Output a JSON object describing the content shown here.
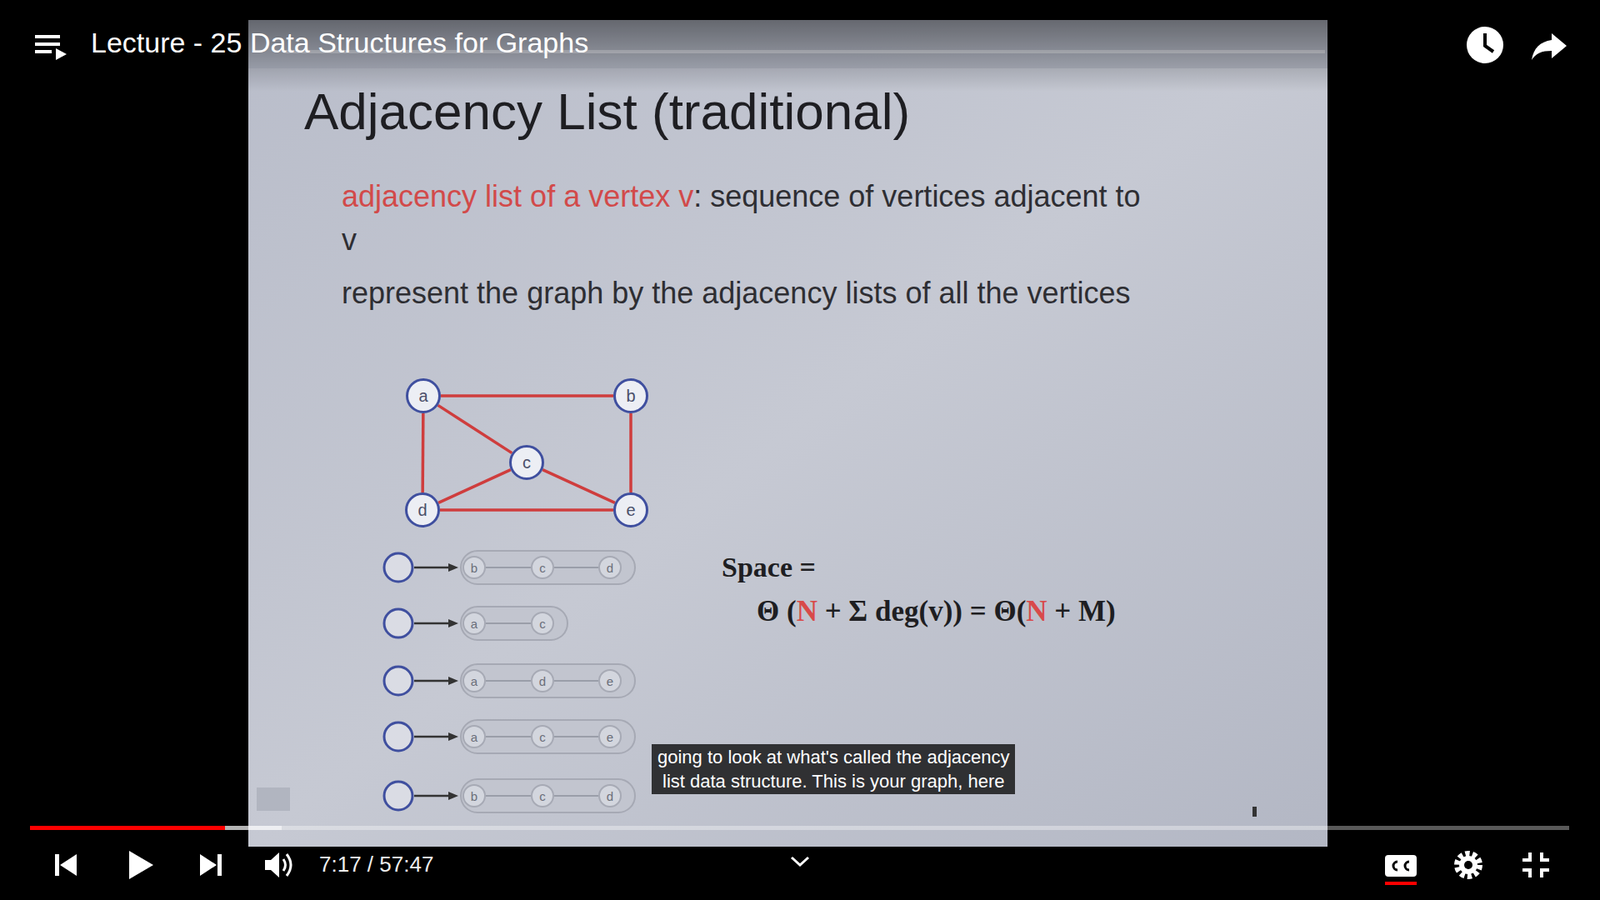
{
  "diagram": {
    "title": "Adjacency List (traditional)",
    "nodes": [
      {
        "text": [
          "a"
        ]
      },
      {
        "text": [
          "b"
        ]
      },
      {
        "text": [
          "c"
        ]
      },
      {
        "text": [
          "d"
        ]
      },
      {
        "text": [
          "e"
        ]
      },
      {
        "text": [
          "b"
        ]
      },
      {
        "text": [
          "c"
        ]
      },
      {
        "text": [
          "d"
        ]
      },
      {
        "text": [
          "a"
        ]
      },
      {
        "text": [
          "c"
        ]
      },
      {
        "text": [
          "a"
        ]
      },
      {
        "text": [
          "d"
        ]
      },
      {
        "text": [
          "e"
        ]
      },
      {
        "text": [
          "a"
        ]
      },
      {
        "text": [
          "c"
        ]
      },
      {
        "text": [
          "e"
        ]
      },
      {
        "text": [
          "b"
        ]
      },
      {
        "text": [
          "c"
        ]
      },
      {
        "text": [
          "d"
        ]
      }
    ],
    "edges": [
      {
        "from": 0,
        "to": 1,
        "arrow": "none"
      },
      {
        "from": 0,
        "to": 3,
        "arrow": "none"
      },
      {
        "from": 0,
        "to": 2,
        "arrow": "none"
      },
      {
        "from": 1,
        "to": 4,
        "arrow": "none"
      },
      {
        "from": 2,
        "to": 3,
        "arrow": "none"
      },
      {
        "from": 2,
        "to": 4,
        "arrow": "none"
      },
      {
        "from": 3,
        "to": 4,
        "arrow": "none"
      },
      {
        "from": 5,
        "to": 6,
        "arrow": "none"
      },
      {
        "from": 6,
        "to": 7,
        "arrow": "none"
      },
      {
        "from": 8,
        "to": 9,
        "arrow": "none"
      },
      {
        "from": 10,
        "to": 11,
        "arrow": "none"
      },
      {
        "from": 11,
        "to": 12,
        "arrow": "none"
      },
      {
        "from": 13,
        "to": 14,
        "arrow": "none"
      },
      {
        "from": 14,
        "to": 15,
        "arrow": "none"
      },
      {
        "from": 16,
        "to": 17,
        "arrow": "none"
      },
      {
        "from": 17,
        "to": 18,
        "arrow": "none"
      }
    ],
    "labels": [
      "Lecture - 25 Data Structures for Graphs",
      "adjacency list of a vertex v",
      ": sequence of vertices adjacent to v",
      "represent the graph by the adjacency lists of all the vertices",
      "Space =",
      "Θ (",
      "N",
      " + Σ deg(v)) = Θ(",
      "N",
      " + M)",
      "going to look at what's called the adjacency",
      "list data structure. This is your graph, here",
      "7:17 / 57:47"
    ]
  }
}
